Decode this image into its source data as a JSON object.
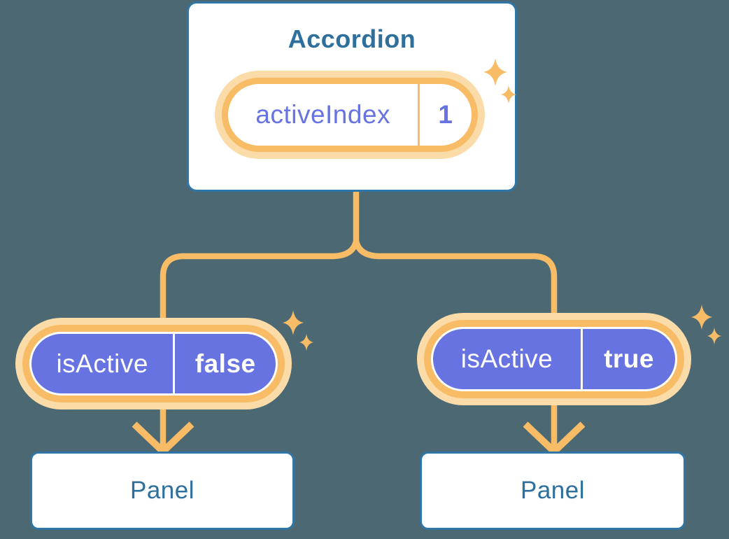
{
  "diagram": {
    "root": {
      "title": "Accordion",
      "state": {
        "label": "activeIndex",
        "value": "1"
      }
    },
    "children": [
      {
        "prop": {
          "label": "isActive",
          "value": "false"
        },
        "target": "Panel"
      },
      {
        "prop": {
          "label": "isActive",
          "value": "true"
        },
        "target": "Panel"
      }
    ]
  },
  "colors": {
    "background": "#4C6973",
    "accent_orange": "#F8BC66",
    "accent_orange_light": "#FBDCA8",
    "purple": "#6673E0",
    "box_border_blue": "#2F75A6",
    "text_blue": "#2E6F9C",
    "white": "#FFFFFF"
  }
}
